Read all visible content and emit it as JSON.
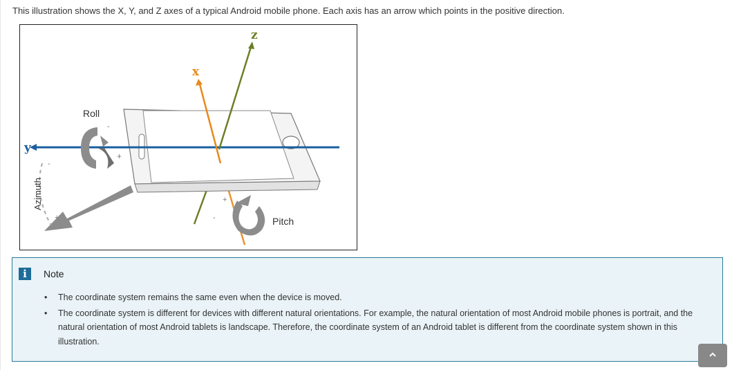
{
  "intro_text": "This illustration shows the X, Y, and Z axes of a typical Android mobile phone. Each axis has an arrow which points in the positive direction.",
  "figure": {
    "axis_labels": {
      "x": "x",
      "y": "y",
      "z": "z"
    },
    "rotation_labels": {
      "roll": "Roll",
      "pitch": "Pitch",
      "azimuth": "Azimuth"
    },
    "sign_plus": "+",
    "sign_minus": "-",
    "colors": {
      "x_axis": "#e8891c",
      "y_axis": "#1a5fa0",
      "z_axis": "#6b7f27",
      "arrow_gray": "#8c8c8c"
    }
  },
  "note": {
    "icon": "info-icon",
    "title": "Note",
    "items": [
      "The coordinate system remains the same even when the device is moved.",
      "The coordinate system is different for devices with different natural orientations. For example, the natural orientation of most Android mobile phones is portrait, and the natural orientation of most Android tablets is landscape. Therefore, the coordinate system of an Android tablet is different from the coordinate system shown in this illustration."
    ]
  },
  "scroll_top_icon": "chevron-up-icon"
}
